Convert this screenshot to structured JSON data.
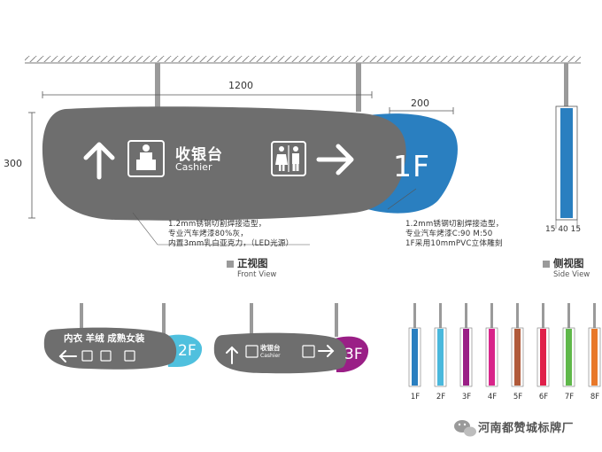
{
  "main_sign": {
    "label_zh": "收银台",
    "label_en": "Cashier",
    "floor": "1F"
  },
  "dimensions": {
    "width": "1200",
    "tab_width": "200",
    "height": "300",
    "side_left": "15",
    "side_mid": "40",
    "side_right": "15"
  },
  "notes": {
    "front": [
      "1.2mm锈钢切割焊接造型，",
      "专业汽车烤漆80%灰，",
      "内置3mm乳白亚克力，（LED光源）"
    ],
    "tab": [
      "1.2mm锈钢切割焊接造型，",
      "专业汽车烤漆C:90 M:50",
      "1F采用10mmPVC立体雕刻"
    ]
  },
  "views": {
    "front_zh": "正视图",
    "front_en": "Front View",
    "side_zh": "侧视图",
    "side_en": "Side View"
  },
  "small_signs": [
    {
      "title": "内衣 羊绒 成熟女装",
      "floor": "2F",
      "color": "#4fc0de"
    },
    {
      "title_zh": "收银台",
      "title_en": "Cashier",
      "floor": "3F",
      "color": "#9a1f86"
    }
  ],
  "floor_samples": [
    {
      "label": "1F",
      "color": "#2a7fc0"
    },
    {
      "label": "2F",
      "color": "#4ab8dc"
    },
    {
      "label": "3F",
      "color": "#9a1f86"
    },
    {
      "label": "4F",
      "color": "#d8258a"
    },
    {
      "label": "5F",
      "color": "#b05a3a"
    },
    {
      "label": "6F",
      "color": "#e0204a"
    },
    {
      "label": "7F",
      "color": "#5fb84a"
    },
    {
      "label": "8F",
      "color": "#e8782a"
    }
  ],
  "brand": {
    "name": "河南都赞城标牌厂"
  }
}
